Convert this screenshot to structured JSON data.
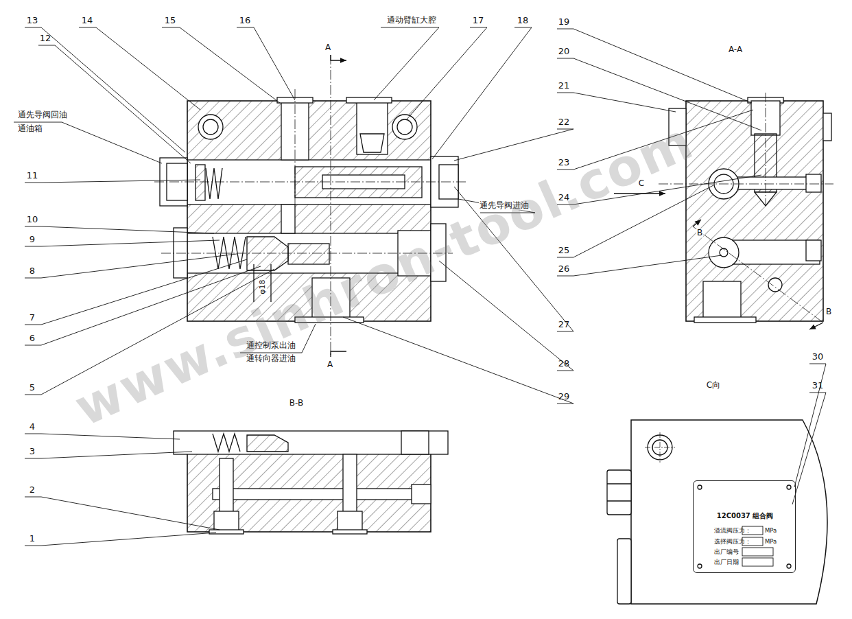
{
  "diagram": {
    "nodes": [
      {
        "text": [
          "12C0037 组合阀",
          "溢流阀压力：",
          "MPa",
          "选择阀压力：",
          "MPa",
          "出厂编号",
          "：",
          "出厂日期",
          "："
        ]
      }
    ],
    "labels": [
      "13",
      "12",
      "14",
      "15",
      "16",
      "通动臂缸大腔",
      "17",
      "18",
      "19",
      "20",
      "A-A",
      "A",
      "21",
      "通先导阀回油",
      "通油箱",
      "22",
      "23",
      "11",
      "C",
      "24",
      "通先导阀进油",
      "10",
      "B",
      "9",
      "25",
      "26",
      "8",
      "φ18",
      "B",
      "7",
      "27",
      "6",
      "通控制泵出油",
      "通转向器进油",
      "A",
      "28",
      "5",
      "C向",
      "29",
      "B-B",
      "30",
      "31",
      "4",
      "3",
      "2",
      "1",
      "www.sinhron-tool.com"
    ]
  }
}
